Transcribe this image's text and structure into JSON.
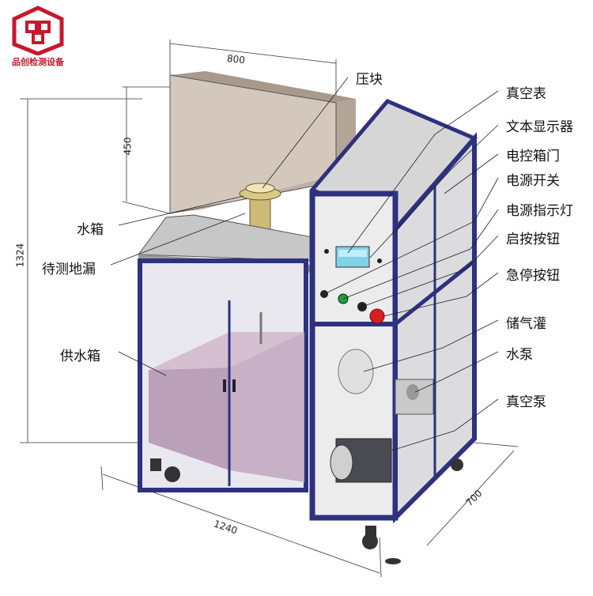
{
  "logo": {
    "text": "品创检测设备",
    "color": "#c8182c"
  },
  "dimensions": {
    "width": "800",
    "height_tank": "450",
    "total_height": "1324",
    "length": "1240",
    "depth": "700"
  },
  "labels": {
    "press_block": "压块",
    "water_tank": "水箱",
    "floor_drain": "待测地漏",
    "supply_tank": "供水箱",
    "vacuum_gauge": "真空表",
    "text_display": "文本显示器",
    "control_door": "电控箱门",
    "power_switch": "电源开关",
    "power_light": "电源指示灯",
    "start_button": "启按按钮",
    "estop_button": "急停按钮",
    "air_tank": "储气灌",
    "water_pump": "水泵",
    "vacuum_pump": "真空泵"
  },
  "colors": {
    "frame": "#2e3180",
    "panel": "#f2f2f2",
    "tank_glass": "#b9aa9e",
    "supply_tank": "#b89cb5",
    "estop": "#d81e1e",
    "start": "#1aa33a"
  }
}
